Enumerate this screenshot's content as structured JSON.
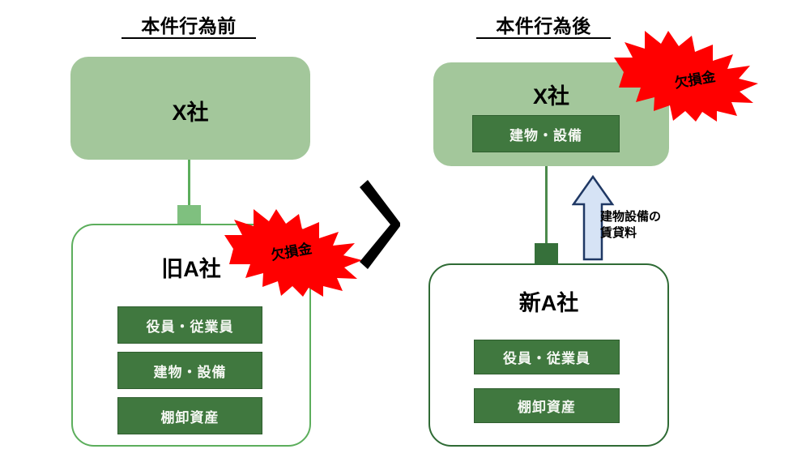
{
  "sections": {
    "before": {
      "title": "本件行為前",
      "parent": {
        "name": "X社"
      },
      "child": {
        "name": "旧A社",
        "assets": [
          "役員・従業員",
          "建物・設備",
          "棚卸資産"
        ]
      },
      "burst": {
        "label": "欠損金"
      }
    },
    "after": {
      "title": "本件行為後",
      "parent": {
        "name": "X社",
        "assets": [
          "建物・設備"
        ]
      },
      "child": {
        "name": "新A社",
        "assets": [
          "役員・従業員",
          "棚卸資産"
        ]
      },
      "burst": {
        "label": "欠損金"
      }
    }
  },
  "rent_arrow": {
    "label_line1": "建物設備の",
    "label_line2": "賃貸料",
    "direction": "up"
  },
  "transition_arrow": {
    "glyph": "chevron-right"
  },
  "colors": {
    "parent_fill": "#A3C79B",
    "asset_fill": "#40783F",
    "child_border_before": "#5CAE5C",
    "child_border_after": "#2F6B35",
    "burst_fill": "#FF0000",
    "rent_arrow_fill": "#D6E3F5",
    "rent_arrow_border": "#1F3864",
    "chevron": "#000000"
  }
}
